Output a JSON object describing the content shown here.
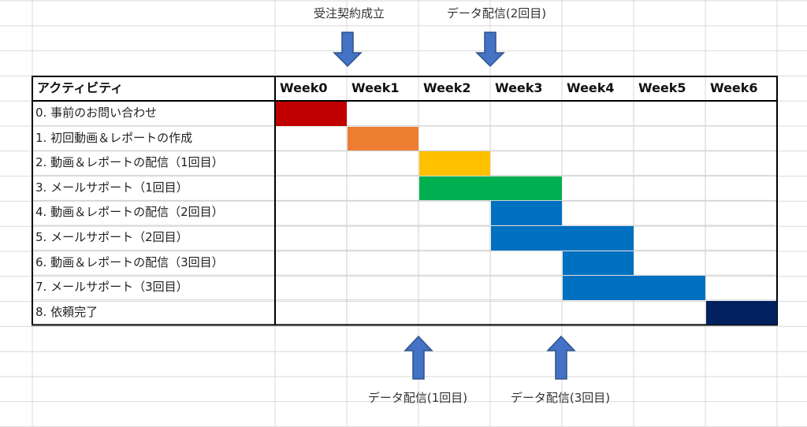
{
  "table": {
    "activity_header": "アクティビティ",
    "weeks": [
      "Week0",
      "Week1",
      "Week2",
      "Week3",
      "Week4",
      "Week5",
      "Week6"
    ]
  },
  "tasks": [
    {
      "label": "0. 事前のお問い合わせ",
      "start": 0,
      "end": 1,
      "color": "#c00000"
    },
    {
      "label": "1. 初回動画＆レポートの作成",
      "start": 1,
      "end": 2,
      "color": "#ed7d31"
    },
    {
      "label": "2. 動画＆レポートの配信（1回目）",
      "start": 2,
      "end": 3,
      "color": "#ffc000"
    },
    {
      "label": "3. メールサポート（1回目）",
      "start": 2,
      "end": 4,
      "color": "#00b050"
    },
    {
      "label": "4. 動画＆レポートの配信（2回目）",
      "start": 3,
      "end": 4,
      "color": "#0070c0"
    },
    {
      "label": "5. メールサポート（2回目）",
      "start": 3,
      "end": 5,
      "color": "#0070c0"
    },
    {
      "label": "6. 動画＆レポートの配信（3回目）",
      "start": 4,
      "end": 5,
      "color": "#0070c0"
    },
    {
      "label": "7. メールサポート（3回目）",
      "start": 4,
      "end": 6,
      "color": "#0070c0"
    },
    {
      "label": "8. 依頼完了",
      "start": 6,
      "end": 7,
      "color": "#002060"
    }
  ],
  "annotations": {
    "contract": "受注契約成立",
    "delivery_2": "データ配信(2回目)",
    "delivery_1": "データ配信(1回目)",
    "delivery_3": "データ配信(3回目)",
    "arrow_color": "#4472c4"
  }
}
